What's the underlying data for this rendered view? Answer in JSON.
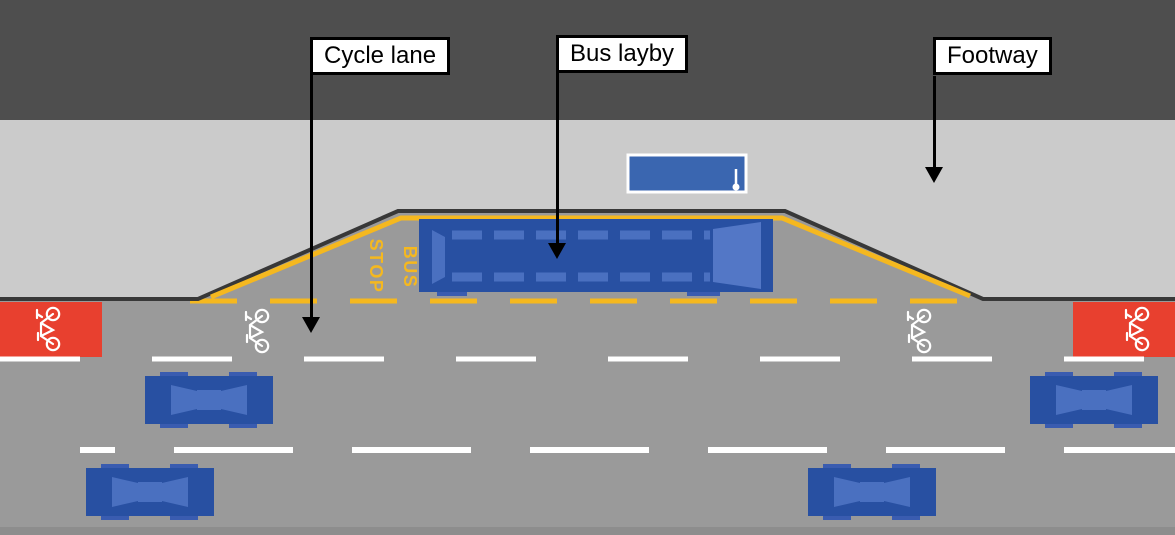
{
  "labels": {
    "cycle_lane": "Cycle lane",
    "bus_layby": "Bus layby",
    "footway": "Footway"
  },
  "road_markings": {
    "bus_word": "BUS",
    "stop_word": "STOP"
  },
  "colors": {
    "dark_background": "#4E4E4E",
    "footway_gray": "#CBCBCB",
    "road_gray": "#9A9A9A",
    "kerb_dark": "#383838",
    "marking_yellow": "#F5B81F",
    "marking_white": "#FFFFFF",
    "cycle_patch_red": "#E8402F",
    "vehicle_blue": "#2850A2",
    "vehicle_glass_blue": "#4A70C0",
    "vehicle_wheel_blue": "#3A5CB0",
    "sign_blue": "#3A66B0"
  },
  "scene": {
    "buses": 1,
    "cars": 4,
    "cycle_symbols": 4,
    "red_cycle_patches": 2
  }
}
